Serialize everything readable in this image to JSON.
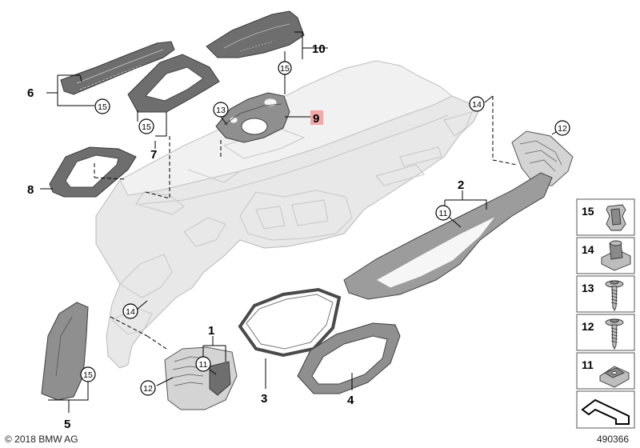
{
  "diagram": {
    "copyright": "© 2018 BMW AG",
    "diagram_number": "490366",
    "part_numbers": {
      "p1": "1",
      "p2": "2",
      "p3": "3",
      "p4": "4",
      "p5": "5",
      "p6": "6",
      "p7": "7",
      "p8": "8",
      "p9": "9",
      "p10": "10"
    },
    "callouts": {
      "c15_p6": "15",
      "c15_p7": "15",
      "c15_p10": "15",
      "c15_p5": "15",
      "c13": "13",
      "c14_right": "14",
      "c14_left": "14",
      "c12_right": "12",
      "c12_left": "12",
      "c11_p2": "11",
      "c11_p1": "11"
    },
    "highlighted_part": "9",
    "highlight_color": "#f4a7a7",
    "legend": [
      {
        "number": "15",
        "icon": "spring-clip-icon"
      },
      {
        "number": "14",
        "icon": "clip-nut-icon"
      },
      {
        "number": "13",
        "icon": "screw-with-washer-icon"
      },
      {
        "number": "12",
        "icon": "screw-with-washer-icon"
      },
      {
        "number": "11",
        "icon": "spring-nut-icon"
      }
    ]
  }
}
